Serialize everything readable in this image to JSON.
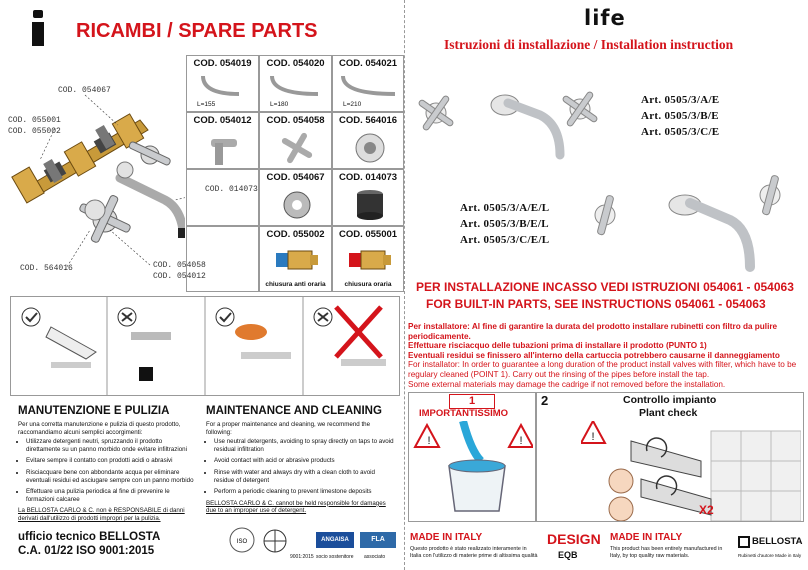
{
  "left": {
    "icon_letter": "i",
    "title": "RICAMBI / SPARE PARTS",
    "callouts": {
      "c054067": "COD. 054067",
      "c055001": "COD. 055001",
      "c055002": "COD. 055002",
      "c014073": "COD. 014073",
      "c564016": "COD. 564016",
      "c054058": "COD. 054058",
      "c054012": "COD. 054012"
    },
    "codes": [
      {
        "code": "COD. 054019",
        "sub": "L=155"
      },
      {
        "code": "COD. 054020",
        "sub": "L=180"
      },
      {
        "code": "COD. 054021",
        "sub": "L=210"
      },
      {
        "code": "COD. 054012",
        "sub": ""
      },
      {
        "code": "COD. 054058",
        "sub": ""
      },
      {
        "code": "COD. 564016",
        "sub": ""
      },
      {
        "code": "",
        "sub": ""
      },
      {
        "code": "COD. 054067",
        "sub": ""
      },
      {
        "code": "COD. 014073",
        "sub": ""
      },
      {
        "code": "",
        "sub": ""
      },
      {
        "code": "COD. 055002",
        "sub": "chiusura anti oraria"
      },
      {
        "code": "COD. 055001",
        "sub": "chiusura oraria"
      }
    ],
    "maint_it": {
      "title": "MANUTENZIONE E PULIZIA",
      "intro": "Per una corretta manutenzione e pulizia di questo prodotto, raccomandiamo alcuni semplici accorgimenti:",
      "items": [
        "Utilizzare detergenti neutri, spruzzando il prodotto direttamente su un panno morbido onde evitare infiltrazioni",
        "Evitare sempre il contatto con prodotti acidi o abrasivi",
        "Risciacquare bene con abbondante acqua per eliminare eventuali residui ed asciugare sempre con un panno morbido",
        "Effettuare una pulizia periodica al fine di prevenire le formazioni calcaree"
      ],
      "note": "La BELLOSTA CARLO & C. non è RESPONSABILE di danni derivati dall'utilizzo di prodotti impropri per la pulizia."
    },
    "maint_en": {
      "title": "MAINTENANCE AND CLEANING",
      "intro": "For a proper maintenance and cleaning, we recommend the following:",
      "items": [
        "Use neutral detergents, avoiding to spray directly on taps to avoid residual infiltration",
        "Avoid contact with acid or abrasive products",
        "Rinse with water and always dry with a clean cloth to avoid residue of detergent",
        "Perform a periodic cleaning to prevent limestone deposits"
      ],
      "note": "BELLOSTA CARLO & C. cannot be held responsible for damages due to an improper use of detergent."
    },
    "footer": {
      "line1": "ufficio tecnico BELLOSTA",
      "line2": "C.A. 01/22 ISO 9001:2015",
      "cert1": "9001:2015",
      "cert2": "ANGAISA",
      "cert3": "socio sostenitore",
      "cert4": "FLA",
      "cert5": "associato"
    }
  },
  "right": {
    "brand": "life",
    "subtitle": "Istruzioni di installazione / Installation instruction",
    "arts_a": [
      "Art. 0505/3/A/E",
      "Art. 0505/3/B/E",
      "Art. 0505/3/C/E"
    ],
    "arts_b": [
      "Art. 0505/3/A/E/L",
      "Art. 0505/3/B/E/L",
      "Art. 0505/3/C/E/L"
    ],
    "builtin_it": "PER INSTALLAZIONE INCASSO VEDI ISTRUZIONI 054061 - 054063",
    "builtin_en": "FOR BUILT-IN PARTS, SEE INSTRUCTIONS 054061 - 054063",
    "warn1": "Per installatore: Al fine di garantire la durata del prodotto installare rubinetti con filtro da pulire periodicamente.",
    "warn2": "Effettuare risciacquo delle tubazioni prima di installare il prodotto (PUNTO 1)",
    "warn3": "Eventuali residui se finissero all'interno della cartuccia potrebbero causarne il danneggiamento",
    "warn4": "For installator: In order to guarantee a long duration of the product install valves with filter, which have to be regulary cleaned (POINT 1). Carry out the rinsing of the pipes before install the tap.",
    "warn5": "Some external materials may damage the cadrige if not removed before the installation.",
    "step1_num": "1",
    "step1_label": "IMPORTANTISSIMO",
    "step2_num": "2",
    "step2_it": "Controllo impianto",
    "step2_en": "Plant check",
    "x2": "X2",
    "footer": {
      "made_it": "MADE IN ITALY",
      "made_it_txt": "Questo prodotto è stato realizzato interamente in Italia con l'utilizzo di materie prime di altissima qualità",
      "design": "DESIGN",
      "design_sub": "EQB",
      "made_en": "MADE IN ITALY",
      "made_en_txt": "This product has been entirely manufactured in Italy, by top quality raw materials.",
      "logo": "BELLOSTA",
      "logo_sub": "Rubinetti d'autore Made in Italy"
    }
  },
  "colors": {
    "accent_red": "#d4141b",
    "brass": "#c89a3a",
    "chrome": "#b9bcc0"
  }
}
